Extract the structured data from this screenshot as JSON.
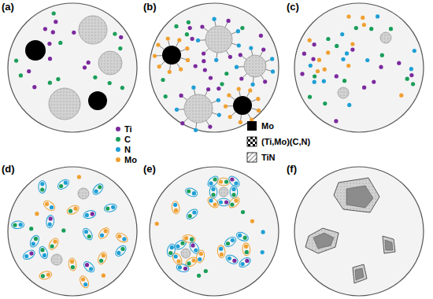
{
  "diagram": {
    "labels": [
      "(a)",
      "(b)",
      "(c)",
      "(d)",
      "(e)",
      "(f)"
    ],
    "legend": [
      {
        "text": "Ti",
        "color": "#7b2a9e"
      },
      {
        "text": "C",
        "color": "#1a9e5a"
      },
      {
        "text": "N",
        "color": "#1e9fd6"
      },
      {
        "text": "Mo",
        "color": "#f0a030"
      },
      {
        "text": "Mo",
        "color": "#000000"
      },
      {
        "text": "(Ti,Mo)(C,N)"
      },
      {
        "text": "TiN"
      }
    ]
  }
}
